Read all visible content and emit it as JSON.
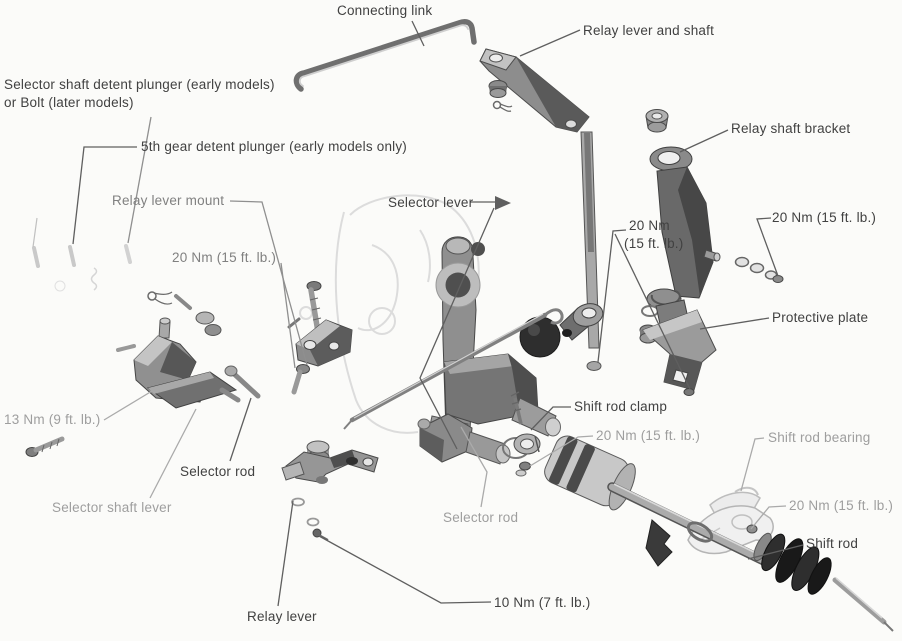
{
  "figure": {
    "kind": "exploded-parts-diagram",
    "background": "#fbfbf9",
    "label_color_dark": "#414141",
    "label_color_gray": "#9e9e9e"
  },
  "labels": [
    {
      "id": "connecting-link",
      "text": "Connecting link"
    },
    {
      "id": "relay-lever-and-shaft",
      "text": "Relay lever and shaft"
    },
    {
      "id": "detent-plunger-line1",
      "text": "Selector shaft detent plunger (early models)"
    },
    {
      "id": "detent-plunger-line2",
      "text": "or Bolt (later models)"
    },
    {
      "id": "fifth-gear-detent",
      "text": "5th gear detent plunger (early models only)"
    },
    {
      "id": "relay-lever-mount",
      "text": "Relay lever mount"
    },
    {
      "id": "selector-lever",
      "text": "Selector lever"
    },
    {
      "id": "torque-20nm-mount",
      "text": "20 Nm (15 ft. lb.)"
    },
    {
      "id": "torque-20nm-shaft-line1",
      "text": "20 Nm"
    },
    {
      "id": "torque-20nm-shaft-line2",
      "text": "(15 ft. lb.)"
    },
    {
      "id": "torque-20nm-bracket",
      "text": "20 Nm (15 ft. lb.)"
    },
    {
      "id": "relay-shaft-bracket",
      "text": "Relay shaft bracket"
    },
    {
      "id": "protective-plate",
      "text": "Protective plate"
    },
    {
      "id": "torque-13nm",
      "text": "13 Nm (9 ft. lb.)"
    },
    {
      "id": "selector-rod-upper",
      "text": "Selector rod"
    },
    {
      "id": "selector-shaft-lever",
      "text": "Selector shaft lever"
    },
    {
      "id": "shift-rod-clamp",
      "text": "Shift rod clamp"
    },
    {
      "id": "torque-20nm-clamp",
      "text": "20 Nm (15 ft. lb.)"
    },
    {
      "id": "shift-rod-bearing",
      "text": "Shift rod bearing"
    },
    {
      "id": "torque-20nm-bearing",
      "text": "20 Nm (15 ft. lb.)"
    },
    {
      "id": "shift-rod",
      "text": "Shift rod"
    },
    {
      "id": "selector-rod-lower",
      "text": "Selector rod"
    },
    {
      "id": "torque-10nm",
      "text": "10 Nm (7 ft. lb.)"
    },
    {
      "id": "relay-lever",
      "text": "Relay lever"
    }
  ]
}
